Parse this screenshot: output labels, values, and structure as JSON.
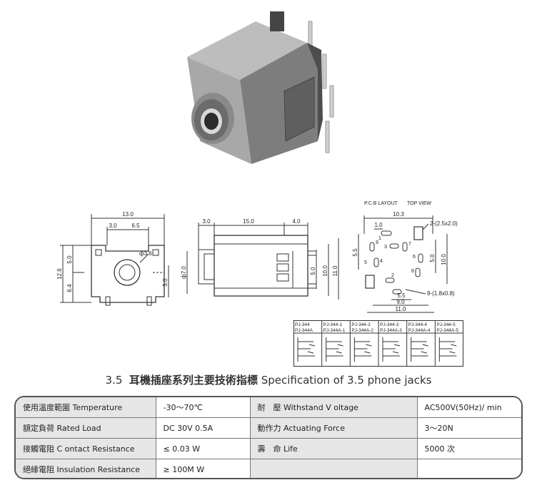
{
  "photo": {
    "subject": "3.5mm phone jack component"
  },
  "front_view": {
    "width": "13.0",
    "w1": "3.0",
    "w2": "6.5",
    "h_total": "12.6",
    "h_top": "5.0",
    "h_bottom": "6.4",
    "h_right": "5.0",
    "hole": "ф3.6"
  },
  "side_view": {
    "d1": "3.0",
    "d2": "15.0",
    "d3": "4.0",
    "dia": "ф7.0",
    "h1": "5.0",
    "h2": "10.0",
    "h3": "11.0"
  },
  "pcb": {
    "header_left": "P.C.B LAYOUT",
    "header_right": "TOP VIEW",
    "width": "10.3",
    "d1": "1.0",
    "slot": "2-(2.5x2.0)",
    "v1": "5.5",
    "v2": "5.0",
    "v3": "10.0",
    "pads": "9-(1.8x0.8)",
    "b1": "5.5",
    "b2": "9.0",
    "b3": "11.0",
    "pins": [
      "1",
      "2",
      "3",
      "4",
      "5",
      "6",
      "7",
      "8",
      "9"
    ]
  },
  "models": {
    "row1": [
      "PJ-344",
      "PJ-344-1",
      "PJ-344-2",
      "PJ-344-3",
      "PJ-344-4",
      "PJ-344-5"
    ],
    "row2": [
      "PJ-344A",
      "PJ-344A-1",
      "PJ-344A-2",
      "PJ-344A-3",
      "PJ-344A-4",
      "PJ-344A-5"
    ]
  },
  "title": {
    "num": "3.5",
    "zh": "耳機插座系列主要技術指標",
    "en": "Specification of 3.5 phone jacks"
  },
  "specs": [
    {
      "l1": "使用溫度範圍 Temperature",
      "v1": "-30～70℃",
      "l2": "耐　壓 Withstand V oltage",
      "v2": "AC500V(50Hz)/ min"
    },
    {
      "l1": "額定負荷 Rated Load",
      "v1": "DC 30V 0.5A",
      "l2": "動作力 Actuating Force",
      "v2": "3～20N"
    },
    {
      "l1": "接觸電阻 C ontact Resistance",
      "v1": "≤ 0.03 W",
      "l2": "壽　命 Life",
      "v2": "5000 次"
    },
    {
      "l1": "絕緣電阻 Insulation Resistance",
      "v1": "≥ 100M W",
      "l2": "",
      "v2": ""
    }
  ]
}
